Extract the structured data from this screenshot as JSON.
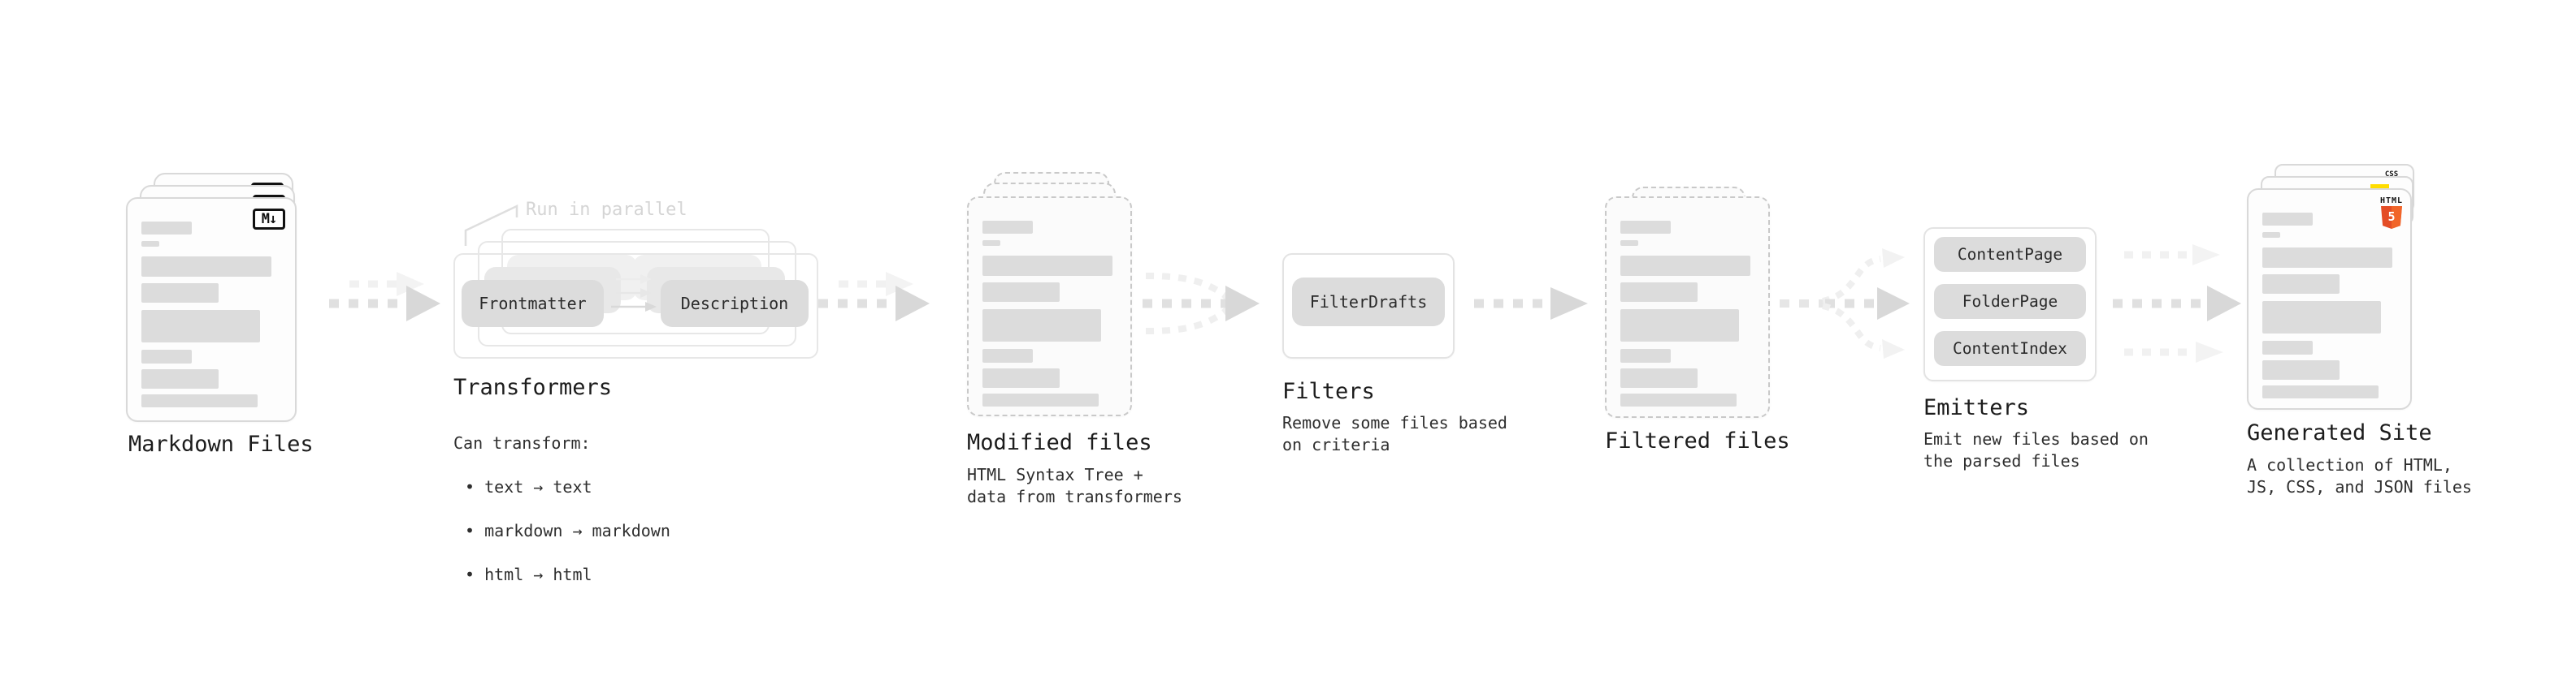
{
  "pipeline": {
    "markdown_files": {
      "title": "Markdown Files",
      "badge": "M↓"
    },
    "transformers": {
      "title": "Transformers",
      "note": "Run in parallel",
      "input_pill": "Frontmatter",
      "output_pill": "Description",
      "desc_intro": "Can transform:",
      "bullet_char": "•",
      "bullets": [
        "text → text",
        "markdown → markdown",
        "html → html"
      ]
    },
    "modified_files": {
      "title": "Modified files",
      "desc": "HTML Syntax Tree +\ndata from transformers"
    },
    "filters": {
      "title": "Filters",
      "pill": "FilterDrafts",
      "desc": "Remove some files based\non criteria"
    },
    "filtered_files": {
      "title": "Filtered files"
    },
    "emitters": {
      "title": "Emitters",
      "pills": [
        "ContentPage",
        "FolderPage",
        "ContentIndex"
      ],
      "desc": "Emit new files based on\nthe parsed files"
    },
    "generated_site": {
      "title": "Generated Site",
      "desc": "A collection of HTML,\nJS, CSS, and JSON files",
      "html5_label": "HTML",
      "html5_number": "5",
      "css_label": "CSS"
    }
  },
  "colors": {
    "html5_orange": "#e44d26",
    "js_yellow": "#ffdd00",
    "css_blue": "#2965f1"
  }
}
